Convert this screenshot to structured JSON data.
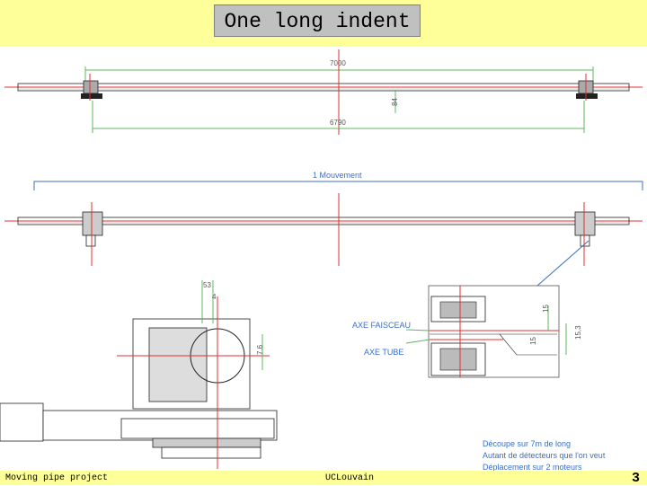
{
  "slide": {
    "title": "One long indent",
    "footer_left": "Moving pipe project",
    "footer_center": "UCLouvain",
    "page_number": "3"
  },
  "drawing_top": {
    "dim_overall": "7000",
    "dim_inner": "6790",
    "dim_height": "84"
  },
  "drawing_middle": {
    "movement_label": "1 Mouvement"
  },
  "drawing_bottom": {
    "dim_a": "53",
    "dim_b": "4",
    "dim_c": "7.6",
    "label_beam_axis": "AXE FAISCEAU",
    "label_tube_axis": "AXE TUBE",
    "dim_d": "15",
    "dim_e": "15",
    "dim_f": "15,3",
    "notes": [
      "Découpe sur 7m de long",
      "Autant de détecteurs que l'on veut",
      "Déplacement sur 2 moteurs"
    ]
  },
  "colors": {
    "band": "#ffff99",
    "title_bg": "#c0c0c0",
    "dimension_line": "#5cb85c",
    "axis_red": "#e03030",
    "annotation_blue": "#3b6fc4"
  }
}
